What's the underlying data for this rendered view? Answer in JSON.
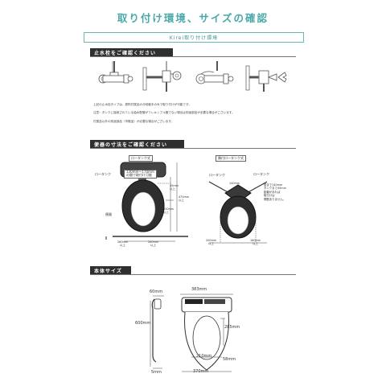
{
  "page": {
    "title": "取り付け環境、サイズの確認",
    "subtitle": "Kirei取り付け環境"
  },
  "section1": {
    "heading": "止水栓をご確認ください",
    "notes": [
      "上記の止水栓タイプは、原則付属品の分岐継手のみで取り付けが可能です。",
      "注意：タンクに接続されている給水配管がフレキシブル管でない場合は別途部品が必要な場合がございます。",
      "付属品以外の別途部品（市販品）が必要な場合がございます。"
    ]
  },
  "section2": {
    "heading": "便器の寸法をご確認ください",
    "left": {
      "tag": "ロータンク式",
      "label_tank": "ロータンク",
      "label_bowl": "便器",
      "callout": [
        "130mm～170mm",
        "の間で取付け可能"
      ],
      "d1": "45mm",
      "d1_sub": "以上",
      "d2": "470mm",
      "d2_sub": "以上",
      "d3": "330mm",
      "d3_sub": "以上",
      "d4": "280mm",
      "d4_sub": "以上",
      "d5": "240mm",
      "d5_sub": "以上"
    },
    "right": {
      "tag": "隅付ロータンク式",
      "label_tank": "ロータンク",
      "top": "140mm",
      "d_left": "200mm",
      "d_left_sub": "以上",
      "d_right": "160mm",
      "d_right_sub": "以上",
      "note": [
        "壁まで140mm",
        "タンクまで45mm",
        "距離があれば",
        "取付けは",
        "問題ありません。"
      ]
    }
  },
  "section3": {
    "heading": "本体サイズ",
    "dims": {
      "top_width": "383mm",
      "side_depth": "60mm",
      "height": "600mm",
      "bottom_side": "5mm",
      "seat_height": "285mm",
      "inner_width": "210mm",
      "outer_width": "370mm",
      "right_small": "58mm"
    }
  },
  "colors": {
    "accent": "#4aa8a8",
    "bar": "#2f2f2f"
  }
}
